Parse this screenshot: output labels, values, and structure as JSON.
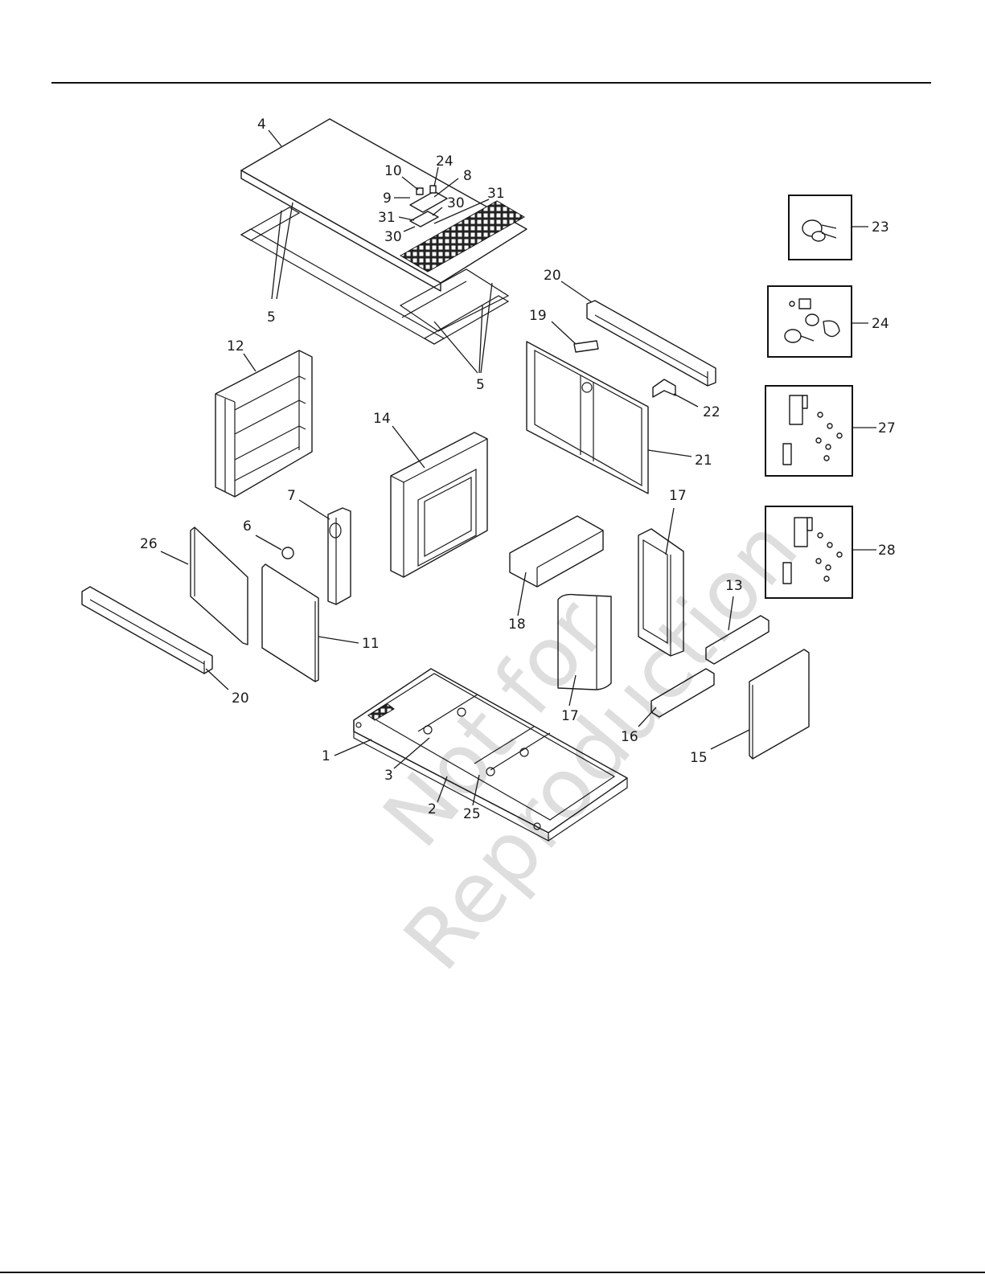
{
  "callouts": {
    "c1": "1",
    "c2": "2",
    "c3": "3",
    "c4": "4",
    "c5a": "5",
    "c5b": "5",
    "c6": "6",
    "c7": "7",
    "c8": "8",
    "c9": "9",
    "c10": "10",
    "c11": "11",
    "c12": "12",
    "c13": "13",
    "c14": "14",
    "c15": "15",
    "c16": "16",
    "c17a": "17",
    "c17b": "17",
    "c18": "18",
    "c19": "19",
    "c20a": "20",
    "c20b": "20",
    "c21": "21",
    "c22": "22",
    "c23": "23",
    "c24a": "24",
    "c24b": "24",
    "c25": "25",
    "c26": "26",
    "c27": "27",
    "c28": "28",
    "c30a": "30",
    "c30b": "30",
    "c31a": "31",
    "c31b": "31"
  },
  "watermark": {
    "line1": "Not for",
    "line2": "Reproduction"
  }
}
